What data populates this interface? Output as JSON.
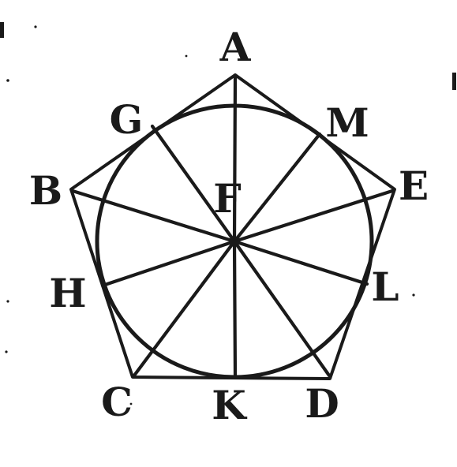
{
  "figure": {
    "vertices": {
      "top": "A",
      "upper_left": "B",
      "lower_left": "C",
      "lower_right": "D",
      "upper_right": "E"
    },
    "center": "F",
    "tangent_points": {
      "side_AB": "G",
      "side_BC": "H",
      "side_CD": "K",
      "side_DE": "L",
      "side_EA": "M"
    }
  }
}
